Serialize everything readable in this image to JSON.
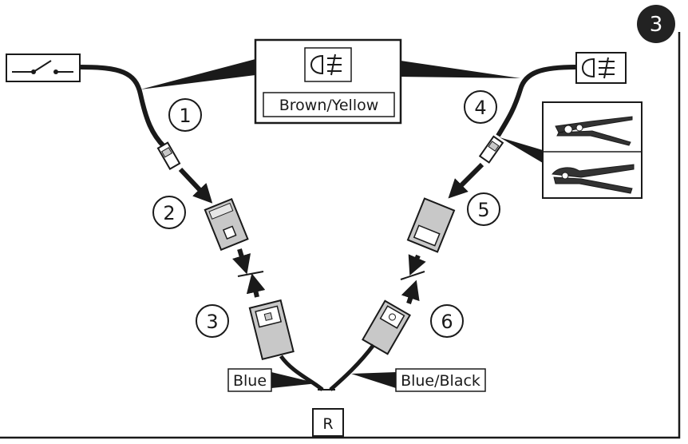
{
  "step_badge": "3",
  "callouts": [
    "1",
    "2",
    "3",
    "4",
    "5",
    "6"
  ],
  "labels": {
    "wire_color_main": "Brown/Yellow",
    "wire_blue": "Blue",
    "wire_blue_black": "Blue/Black",
    "relay": "R"
  },
  "icons": {
    "switch": "switch-icon",
    "fog_lamp": "fog-lamp-icon",
    "crimp_tool": "crimping-tool-icon"
  },
  "colors": {
    "ink": "#1a1a1a",
    "connector_fill": "#c8c8c8",
    "badge": "#222222"
  }
}
